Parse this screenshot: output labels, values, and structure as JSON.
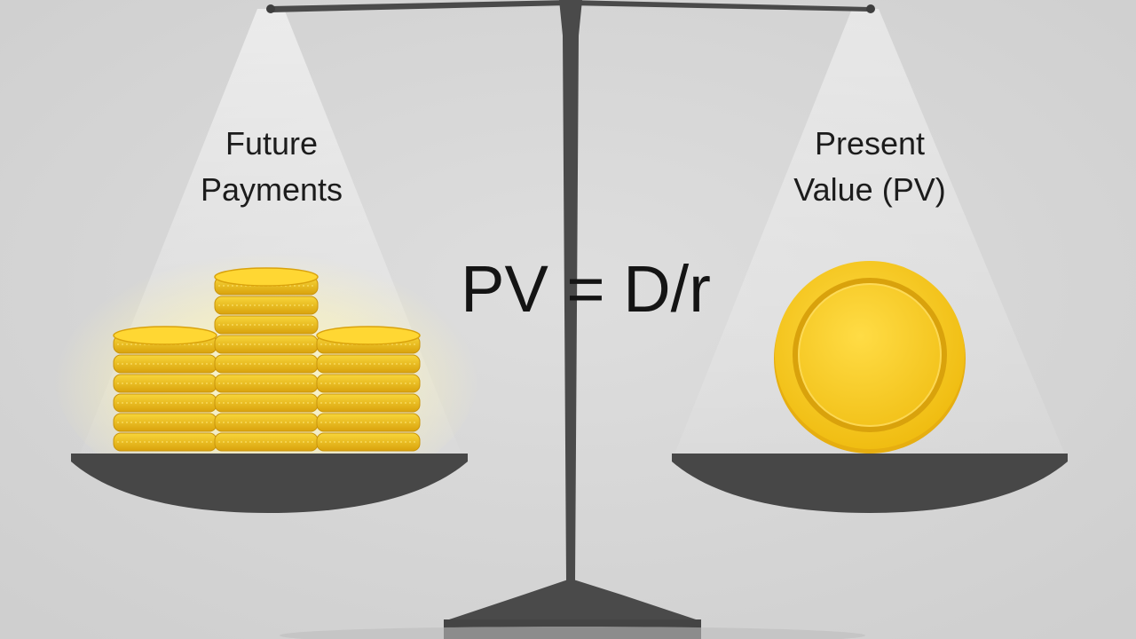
{
  "left_pan": {
    "label_line1": "Future",
    "label_line2": "Payments",
    "icon": "coin-stacks-icon"
  },
  "right_pan": {
    "label_line1": "Present",
    "label_line2": "Value (PV)",
    "icon": "single-coin-icon"
  },
  "formula": "PV = D/r",
  "colors": {
    "background": "#d6d6d6",
    "scale": "#4a4a4a",
    "gold": "#f2c21a",
    "gold_dark": "#d9a50f",
    "text": "#1c1c1c"
  }
}
